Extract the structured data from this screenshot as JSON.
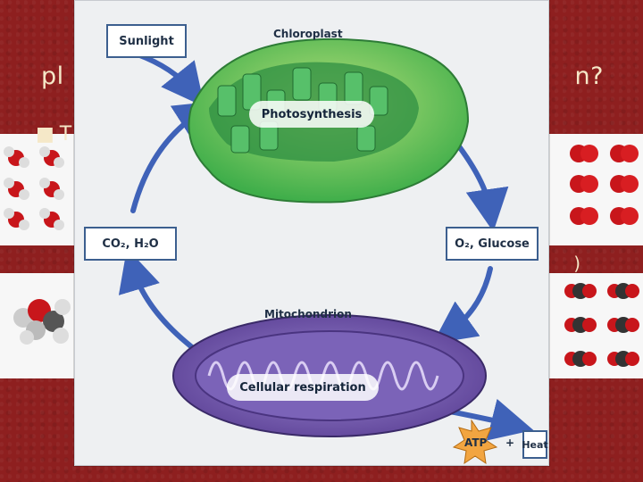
{
  "slide": {
    "title_left": "pl",
    "title_right": "n?",
    "bullet_fragment": "T",
    "gap_fragment": ")"
  },
  "diagram": {
    "sunlight": "Sunlight",
    "chloroplast": "Chloroplast",
    "photosynthesis": "Photosynthesis",
    "co2_h2o": "CO₂, H₂O",
    "o2_glucose": "O₂, Glucose",
    "mitochondrion": "Mitochondrion",
    "cellular_respiration": "Cellular respiration",
    "atp": "ATP",
    "plus": "+",
    "heat": "Heat"
  },
  "colors": {
    "slide_background": "#8e1f1f",
    "chloroplast_green": "#3fae4a",
    "mitochondrion_purple": "#6a4fa0",
    "arrow_blue": "#3f62b8",
    "atp_star": "#f2a541"
  }
}
